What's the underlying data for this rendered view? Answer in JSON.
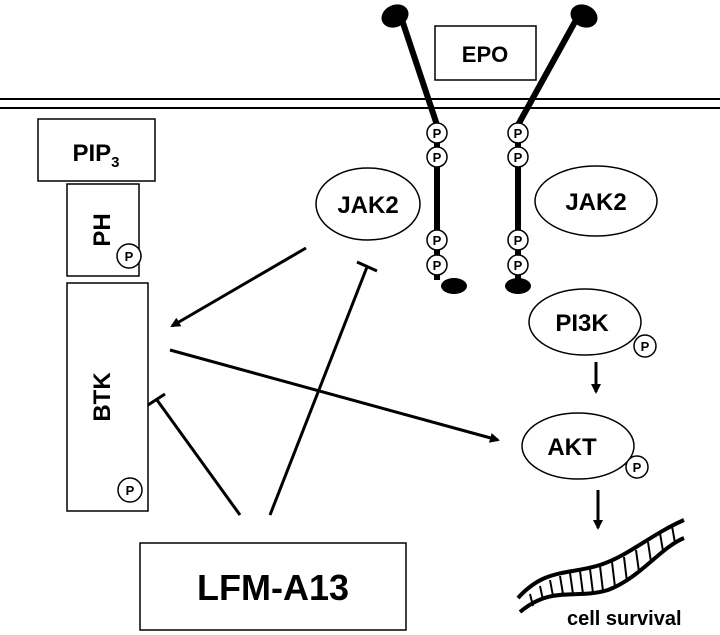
{
  "nodes": {
    "epo": "EPO",
    "pip3": {
      "main": "PIP",
      "sub": "3"
    },
    "ph": "PH",
    "btk": "BTK",
    "jak2_left": "JAK2",
    "jak2_right": "JAK2",
    "pi3k": "PI3K",
    "akt": "AKT",
    "lfm": "LFM-A13",
    "survival": "cell survival"
  },
  "phospho_label": "P",
  "colors": {
    "stroke": "#000000",
    "fill": "#ffffff"
  }
}
